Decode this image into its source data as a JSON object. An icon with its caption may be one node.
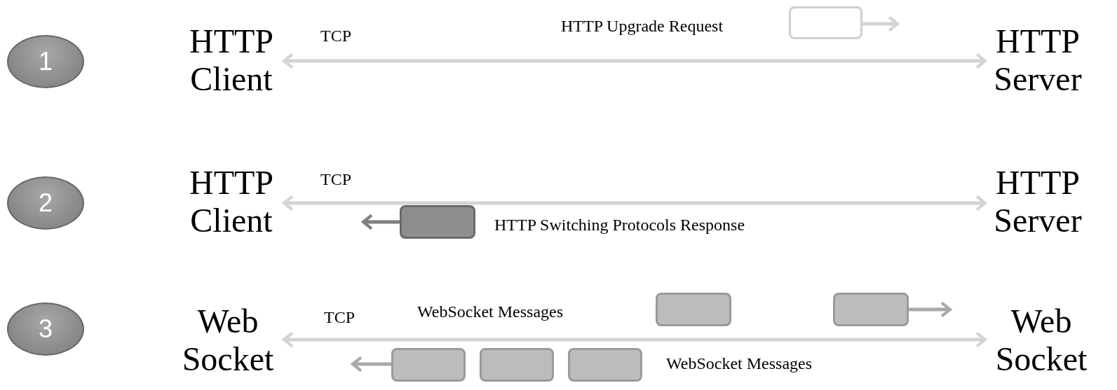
{
  "diagram": {
    "nodes": [
      {
        "text": [
          "1"
        ]
      },
      {
        "text": [
          "HTTP Client"
        ]
      },
      {
        "text": [],
        "shape": "box"
      },
      {
        "text": [
          "HTTP Server"
        ]
      },
      {
        "text": [
          "2"
        ]
      },
      {
        "text": [
          "HTTP Client"
        ]
      },
      {
        "text": [
          "HTTP Server"
        ]
      },
      {
        "text": [],
        "shape": "box"
      },
      {
        "text": [
          "3"
        ]
      },
      {
        "text": [
          "Web Socket"
        ]
      },
      {
        "text": [],
        "shape": "box"
      },
      {
        "text": [],
        "shape": "box"
      },
      {
        "text": [
          "Web Socket"
        ]
      },
      {
        "text": [],
        "shape": "box"
      },
      {
        "text": [],
        "shape": "box"
      },
      {
        "text": [],
        "shape": "box"
      }
    ],
    "edges": [
      {
        "from": 1,
        "to": 3,
        "arrow": "both",
        "label": "TCP"
      },
      {
        "from": 2,
        "to": null,
        "arrow": "to"
      },
      {
        "from": 5,
        "to": 6,
        "arrow": "both",
        "label": "TCP"
      },
      {
        "from": 7,
        "to": null,
        "arrow": "to",
        "color": "#7f7f7f"
      },
      {
        "from": 9,
        "to": 12,
        "arrow": "both",
        "label": "TCP"
      },
      {
        "from": 11,
        "to": null,
        "arrow": "to",
        "color": "#a9a9a9"
      },
      {
        "from": 13,
        "to": null,
        "arrow": "to",
        "color": "#a9a9a9"
      }
    ],
    "labels": [
      "HTTP Upgrade Request",
      "HTTP Switching Protocols Response",
      "WebSocket Messages",
      "WebSocket Messages"
    ]
  }
}
